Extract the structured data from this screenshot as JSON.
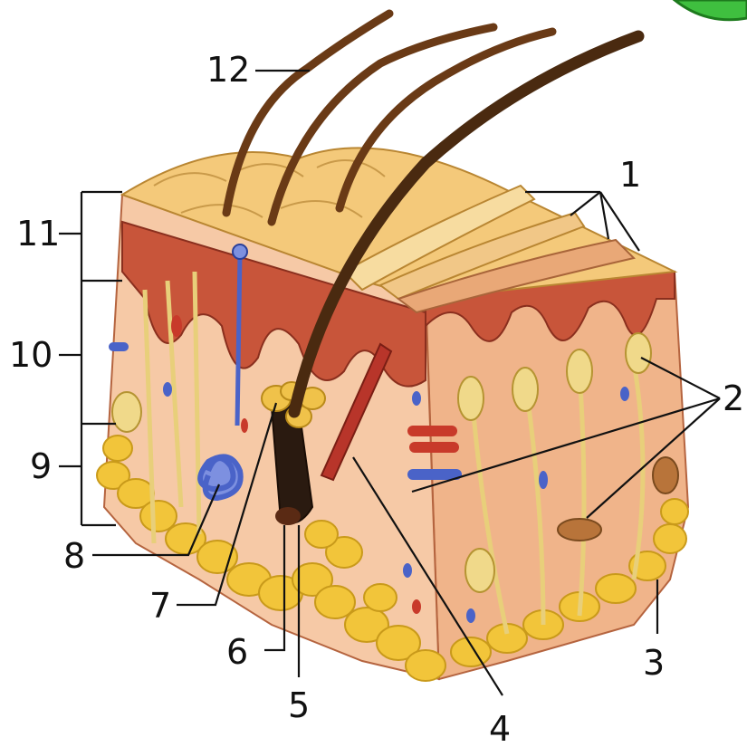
{
  "labels": {
    "l1": "1",
    "l2": "2",
    "l3": "3",
    "l4": "4",
    "l5": "5",
    "l6": "6",
    "l7": "7",
    "l8": "8",
    "l9": "9",
    "l10": "10",
    "l11": "11",
    "l12": "12"
  },
  "colors": {
    "background": "#ffffff",
    "epidermis_top": "#f4c97a",
    "dermis": "#f0b48a",
    "dermis_front": "#f6c9a6",
    "papillae": "#c8553a",
    "fat": "#f2c53a",
    "fat_edge": "#c99a1a",
    "hair": "#5a3214",
    "vein": "#4a63c8",
    "artery": "#c83a2a",
    "nerve": "#e8cf7a",
    "badge_green": "#3fbf3f"
  }
}
